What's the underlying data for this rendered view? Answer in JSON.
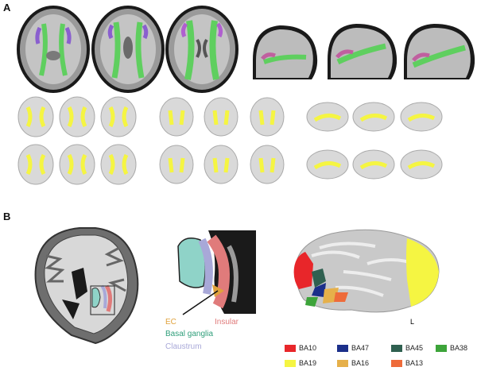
{
  "panels": {
    "a_label": "A",
    "b_label": "B"
  },
  "region_labels": {
    "ec": "EC",
    "insular": "Insular",
    "basal_ganglia": "Basal ganglia",
    "claustrum": "Claustrum",
    "hemisphere": "L"
  },
  "region_colors": {
    "ec": "#e0a23c",
    "insular": "#e07b7b",
    "basal_ganglia": "#2f9e7a",
    "claustrum": "#a8a8d8"
  },
  "legend": [
    {
      "label": "BA10",
      "color": "#e8262a"
    },
    {
      "label": "BA47",
      "color": "#1b2f8a"
    },
    {
      "label": "BA45",
      "color": "#2f6050"
    },
    {
      "label": "BA38",
      "color": "#3da43a"
    },
    {
      "label": "BA19",
      "color": "#f5f542"
    },
    {
      "label": "BA16",
      "color": "#e6b04a"
    },
    {
      "label": "BA13",
      "color": "#ee6b3a"
    }
  ]
}
